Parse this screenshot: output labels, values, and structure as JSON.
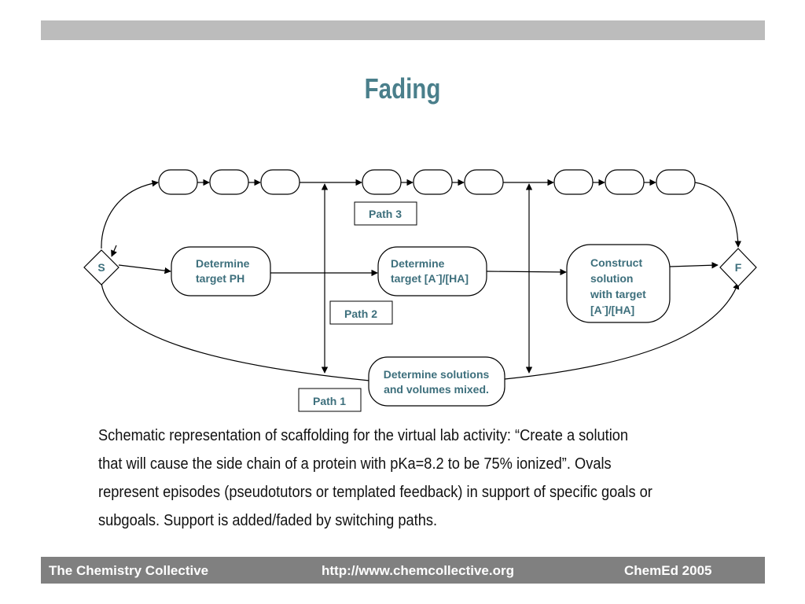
{
  "slide": {
    "title": "Fading"
  },
  "diagram": {
    "start_label": "S",
    "finish_label": "F",
    "nodes": {
      "determine_ph": [
        "Determine",
        "target PH"
      ],
      "determine_ratio": [
        "Determine",
        "target  [A",
        "-",
        "]/[HA]"
      ],
      "construct": [
        "Construct",
        "solution",
        "with target",
        "[A",
        "-",
        "]/[HA]"
      ],
      "determine_solutions": [
        "Determine solutions",
        "and volumes mixed."
      ]
    },
    "paths": {
      "path1": "Path 1",
      "path2": "Path 2",
      "path3": "Path 3"
    }
  },
  "caption": {
    "lines": [
      "Schematic representation of scaffolding for the virtual lab activity: “Create a solution",
      "that will cause the side chain of a protein with pKa=8.2 to be 75% ionized”. Ovals",
      "represent episodes (pseudotutors or templated feedback) in support of specific goals or",
      "subgoals. Support is added/faded by switching paths."
    ]
  },
  "footer": {
    "left": "The Chemistry Collective",
    "center": "http://www.chemcollective.org",
    "right": "ChemEd 2005"
  }
}
